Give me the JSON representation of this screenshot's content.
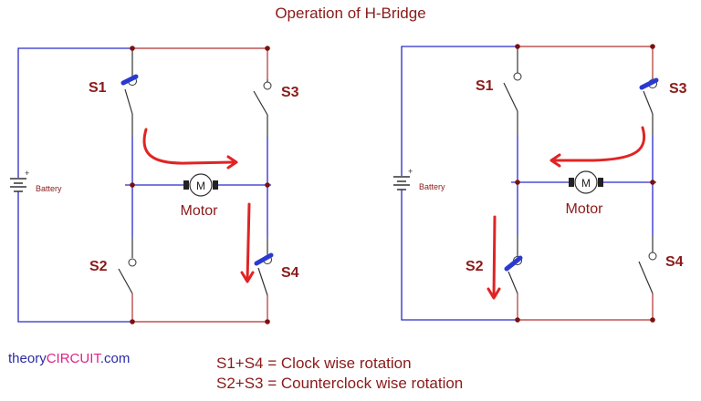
{
  "title": "Operation of H-Bridge",
  "brand": {
    "prefix": "theory",
    "middle": "CIRCUIT",
    "suffix": ".com"
  },
  "legend": {
    "line1": "S1+S4 = Clock wise rotation",
    "line2": "S2+S3 = Counterclock wise rotation"
  },
  "circuits": [
    {
      "switch_labels": [
        "S1",
        "S3",
        "S2",
        "S4"
      ],
      "motor_label": "Motor",
      "motor_symbol": "M",
      "battery_label": "Battery",
      "battery_plus": "+"
    },
    {
      "switch_labels": [
        "S1",
        "S3",
        "S2",
        "S4"
      ],
      "motor_label": "Motor",
      "motor_symbol": "M",
      "battery_label": "Battery",
      "battery_plus": "+"
    }
  ],
  "colors": {
    "wire": "#2a2acc",
    "arrow": "#e02424",
    "label": "#8b1a1a",
    "handle": "#2a3ad0"
  }
}
